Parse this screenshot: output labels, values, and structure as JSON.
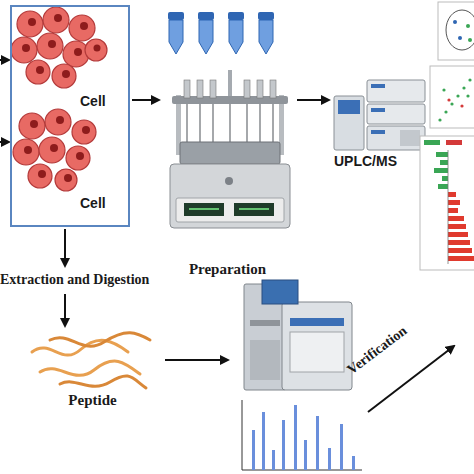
{
  "diagram": {
    "nodes": [
      {
        "text": [
          "Cell",
          "Cell"
        ]
      },
      {
        "text": [
          "Preparation"
        ]
      },
      {
        "text": [
          "UPLC/MS"
        ]
      },
      {
        "text": [
          "Peptide"
        ]
      }
    ],
    "edges": [
      {
        "from": 0,
        "to": 1,
        "arrow": "to"
      },
      {
        "from": 1,
        "to": 2,
        "arrow": "to"
      }
    ],
    "labels": [
      "Extraction and Digestion",
      "Verification"
    ]
  }
}
